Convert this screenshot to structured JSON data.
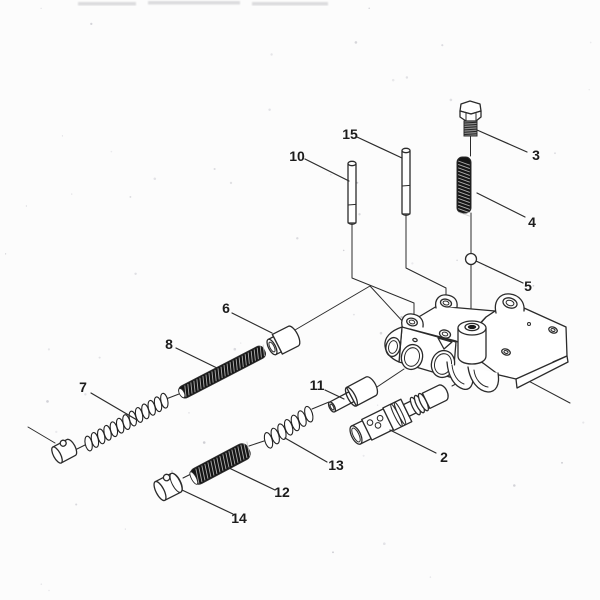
{
  "figure": {
    "kind": "exploded-parts-diagram",
    "background": "#fcfcfc",
    "ink_color": "#2b2b2b",
    "spring_dark_color": "#161616"
  },
  "callouts": [
    {
      "label": "2"
    },
    {
      "label": "3"
    },
    {
      "label": "4"
    },
    {
      "label": "5"
    },
    {
      "label": "6"
    },
    {
      "label": "7"
    },
    {
      "label": "8"
    },
    {
      "label": "10"
    },
    {
      "label": "11"
    },
    {
      "label": "12"
    },
    {
      "label": "13"
    },
    {
      "label": "14"
    },
    {
      "label": "15"
    }
  ]
}
